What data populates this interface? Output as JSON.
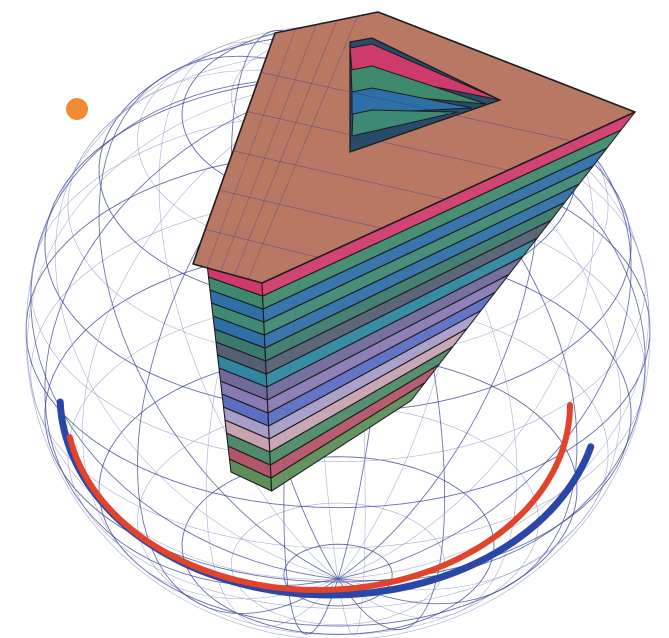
{
  "colors": {
    "background": "#ffffff",
    "wireframe": "#2d3a8c",
    "wireframe_light": "#8b90c4",
    "outer_arc": "#2a47a8",
    "inner_arc": "#e2432b",
    "marker": "#f08a35",
    "top_face": "#b97863",
    "edge": "#1c1c1c",
    "layers": [
      "#cf3a6d",
      "#3f8a6c",
      "#2f6fa8",
      "#3e8a74",
      "#2f6fa8",
      "#3a7a6c",
      "#555f73",
      "#2e86a0",
      "#6f6a9a",
      "#8a7ab4",
      "#5c6ec2",
      "#a89cc8",
      "#c7a3b2",
      "#4f8a6a",
      "#b3556a",
      "#5e8f58"
    ],
    "inner_layers": [
      "#cf3a6d",
      "#3f8a6c",
      "#2f6fa8",
      "#3e8a74"
    ]
  },
  "elements": {
    "sphere": "wireframe-sphere",
    "prism": "stacked-triangular-prism",
    "outer_arc": "outer-blue-arc",
    "inner_arc": "inner-red-arc",
    "marker": "orange-marker"
  }
}
